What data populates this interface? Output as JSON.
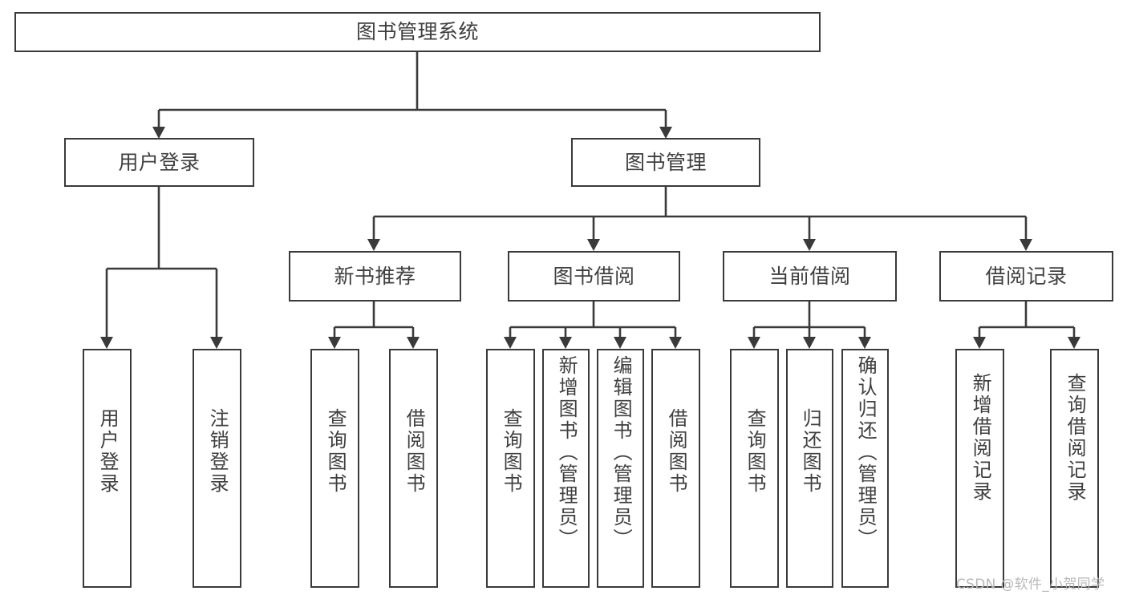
{
  "diagram": {
    "title": "图书管理系统",
    "type": "tree-hierarchy-diagram",
    "root": {
      "id": "root",
      "label": "图书管理系统"
    },
    "level1": [
      {
        "id": "user-login",
        "label": "用户登录"
      },
      {
        "id": "book-management",
        "label": "图书管理"
      }
    ],
    "level2": [
      {
        "id": "new-book-recommend",
        "label": "新书推荐",
        "parent": "book-management"
      },
      {
        "id": "book-borrow",
        "label": "图书借阅",
        "parent": "book-management"
      },
      {
        "id": "current-borrow",
        "label": "当前借阅",
        "parent": "book-management"
      },
      {
        "id": "borrow-record",
        "label": "借阅记录",
        "parent": "book-management"
      }
    ],
    "leaves": {
      "user_login": [
        {
          "id": "leaf-user-login",
          "label": "用户登录"
        },
        {
          "id": "leaf-logout-login",
          "label": "注销登录"
        }
      ],
      "new_book_recommend": [
        {
          "id": "leaf-query-book-1",
          "label": "查询图书"
        },
        {
          "id": "leaf-borrow-book-1",
          "label": "借阅图书"
        }
      ],
      "book_borrow": [
        {
          "id": "leaf-query-book-2",
          "label": "查询图书"
        },
        {
          "id": "leaf-add-book",
          "label": "新增图书（管理员）"
        },
        {
          "id": "leaf-edit-book",
          "label": "编辑图书（管理员）"
        },
        {
          "id": "leaf-borrow-book-2",
          "label": "借阅图书"
        }
      ],
      "current_borrow": [
        {
          "id": "leaf-query-book-3",
          "label": "查询图书"
        },
        {
          "id": "leaf-return-book",
          "label": "归还图书"
        },
        {
          "id": "leaf-confirm-return",
          "label": "确认归还（管理员）"
        }
      ],
      "borrow_record": [
        {
          "id": "leaf-add-borrow-record",
          "label": "新增借阅记录"
        },
        {
          "id": "leaf-query-borrow-record",
          "label": "查询借阅记录"
        }
      ]
    }
  },
  "watermark": {
    "text": "CSDN @软件_小贺同学"
  },
  "colors": {
    "stroke": "#3a3a3a",
    "text": "#3f3f3f",
    "background": "#ffffff",
    "watermark": "#b8b8b8"
  }
}
